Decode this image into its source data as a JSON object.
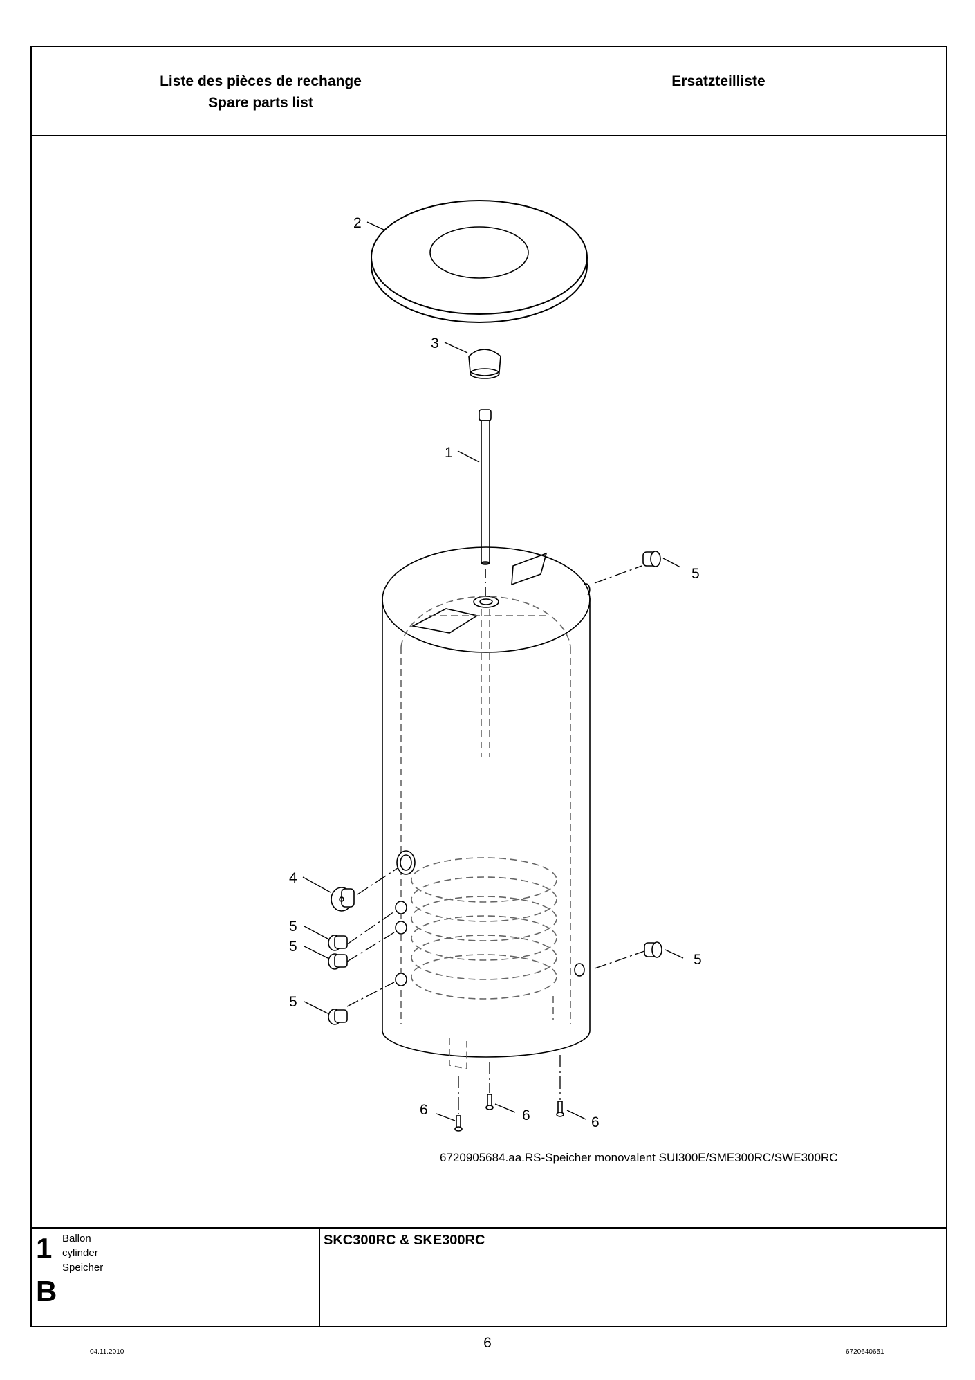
{
  "header": {
    "left_line1": "Liste des pièces de rechange",
    "left_line2": "Spare parts list",
    "right_title": "Ersatzteilliste"
  },
  "drawing": {
    "callouts": {
      "c1": "1",
      "c2": "2",
      "c3": "3",
      "c4": "4",
      "c5a": "5",
      "c5b": "5",
      "c5c": "5",
      "c5d": "5",
      "c5e": "5",
      "c6a": "6",
      "c6b": "6",
      "c6c": "6"
    },
    "caption": "6720905684.aa.RS-Speicher monovalent SUI300E/SME300RC/SWE300RC"
  },
  "footer": {
    "section_number": "1",
    "section_letter": "B",
    "names": [
      "Ballon",
      "cylinder",
      "Speicher"
    ],
    "model": "SKC300RC & SKE300RC"
  },
  "page": {
    "date": "04.11.2010",
    "number": "6",
    "doc_id": "6720640651"
  }
}
